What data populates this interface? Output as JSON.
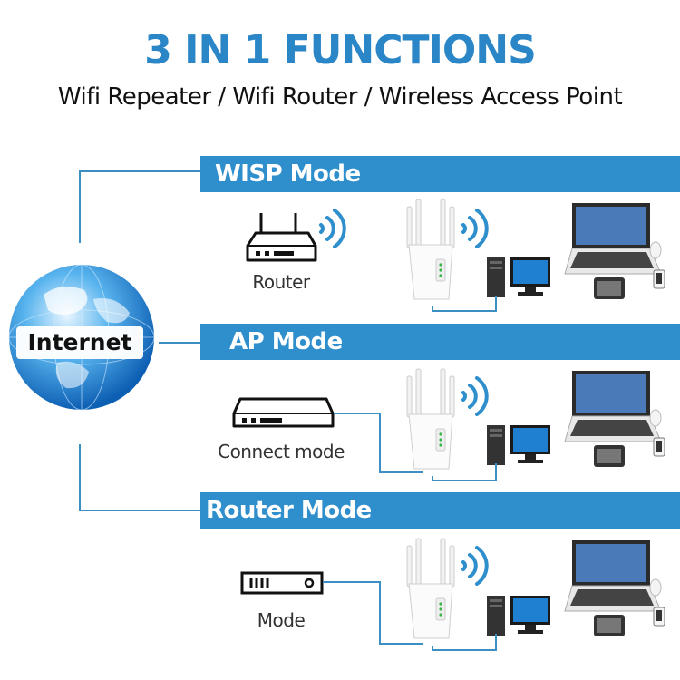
{
  "header": {
    "title": "3 IN 1 FUNCTIONS",
    "subtitle": "Wifi Repeater / Wifi Router / Wireless Access Point"
  },
  "internet_label": "Internet",
  "modes": [
    {
      "name": "WISP Mode",
      "device_label": "Router",
      "device_icon": "router-icon"
    },
    {
      "name": "AP Mode",
      "device_label": "Connect mode",
      "device_icon": "modem-icon"
    },
    {
      "name": "Router Mode",
      "device_label": "Mode",
      "device_icon": "modem-small-icon"
    }
  ],
  "colors": {
    "accent": "#2f8fcc",
    "title": "#2a86c6",
    "line": "#3b8fc2",
    "text": "#111111"
  }
}
